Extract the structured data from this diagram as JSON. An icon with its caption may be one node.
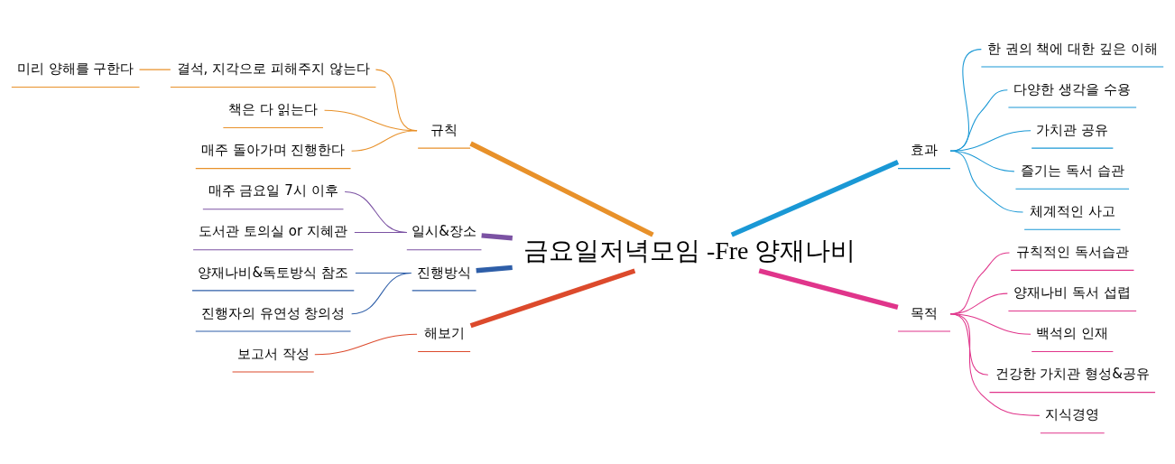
{
  "diagram": {
    "nodes": [
      {
        "text": [
          "금요일저녁모임 -Fre 양재나비"
        ]
      },
      {
        "text": [
          "규칙"
        ]
      },
      {
        "text": [
          "결석, 지각으로 피해주지 않는다"
        ]
      },
      {
        "text": [
          "미리 양해를 구한다"
        ]
      },
      {
        "text": [
          "책은 다 읽는다"
        ]
      },
      {
        "text": [
          "매주 돌아가며 진행한다"
        ]
      },
      {
        "text": [
          "일시&장소"
        ]
      },
      {
        "text": [
          "매주 금요일 7시 이후"
        ]
      },
      {
        "text": [
          "도서관 토의실 or 지혜관"
        ]
      },
      {
        "text": [
          "진행방식"
        ]
      },
      {
        "text": [
          "양재나비&독토방식 참조"
        ]
      },
      {
        "text": [
          "진행자의 유연성 창의성"
        ]
      },
      {
        "text": [
          "해보기"
        ]
      },
      {
        "text": [
          "보고서 작성"
        ]
      },
      {
        "text": [
          "효과"
        ]
      },
      {
        "text": [
          "한 권의 책에 대한 깊은 이해"
        ]
      },
      {
        "text": [
          "다양한 생각을 수용"
        ]
      },
      {
        "text": [
          "가치관 공유"
        ]
      },
      {
        "text": [
          "즐기는 독서 습관"
        ]
      },
      {
        "text": [
          "체계적인 사고"
        ]
      },
      {
        "text": [
          "목적"
        ]
      },
      {
        "text": [
          "규칙적인 독서습관"
        ]
      },
      {
        "text": [
          "양재나비 독서 섭렵"
        ]
      },
      {
        "text": [
          "백석의 인재"
        ]
      },
      {
        "text": [
          "건강한 가치관 형성&공유"
        ]
      },
      {
        "text": [
          "지식경영"
        ]
      }
    ],
    "edges": [
      {
        "from": 0,
        "to": 1,
        "arrow": "none",
        "style": "thick",
        "color": "#e8912a"
      },
      {
        "from": 1,
        "to": 2,
        "arrow": "none",
        "color": "#e8912a"
      },
      {
        "from": 2,
        "to": 3,
        "arrow": "none",
        "color": "#e8912a"
      },
      {
        "from": 1,
        "to": 4,
        "arrow": "none",
        "color": "#e8912a"
      },
      {
        "from": 1,
        "to": 5,
        "arrow": "none",
        "color": "#e8912a"
      },
      {
        "from": 0,
        "to": 6,
        "arrow": "none",
        "style": "thick",
        "color": "#7b52a3"
      },
      {
        "from": 6,
        "to": 7,
        "arrow": "none",
        "color": "#7b52a3"
      },
      {
        "from": 6,
        "to": 8,
        "arrow": "none",
        "color": "#7b52a3"
      },
      {
        "from": 0,
        "to": 9,
        "arrow": "none",
        "style": "thick",
        "color": "#2e5ea8"
      },
      {
        "from": 9,
        "to": 10,
        "arrow": "none",
        "color": "#2e5ea8"
      },
      {
        "from": 9,
        "to": 11,
        "arrow": "none",
        "color": "#2e5ea8"
      },
      {
        "from": 0,
        "to": 12,
        "arrow": "none",
        "style": "thick",
        "color": "#dc4a2c"
      },
      {
        "from": 12,
        "to": 13,
        "arrow": "none",
        "color": "#dc4a2c"
      },
      {
        "from": 0,
        "to": 14,
        "arrow": "none",
        "style": "thick",
        "color": "#1a98d5"
      },
      {
        "from": 14,
        "to": 15,
        "arrow": "none",
        "color": "#1a98d5"
      },
      {
        "from": 14,
        "to": 16,
        "arrow": "none",
        "color": "#1a98d5"
      },
      {
        "from": 14,
        "to": 17,
        "arrow": "none",
        "color": "#1a98d5"
      },
      {
        "from": 14,
        "to": 18,
        "arrow": "none",
        "color": "#1a98d5"
      },
      {
        "from": 14,
        "to": 19,
        "arrow": "none",
        "color": "#1a98d5"
      },
      {
        "from": 0,
        "to": 20,
        "arrow": "none",
        "style": "thick",
        "color": "#e0358b"
      },
      {
        "from": 20,
        "to": 21,
        "arrow": "none",
        "color": "#e0358b"
      },
      {
        "from": 20,
        "to": 22,
        "arrow": "none",
        "color": "#e0358b"
      },
      {
        "from": 20,
        "to": 23,
        "arrow": "none",
        "color": "#e0358b"
      },
      {
        "from": 20,
        "to": 24,
        "arrow": "none",
        "color": "#e0358b"
      },
      {
        "from": 20,
        "to": 25,
        "arrow": "none",
        "color": "#e0358b"
      }
    ]
  }
}
